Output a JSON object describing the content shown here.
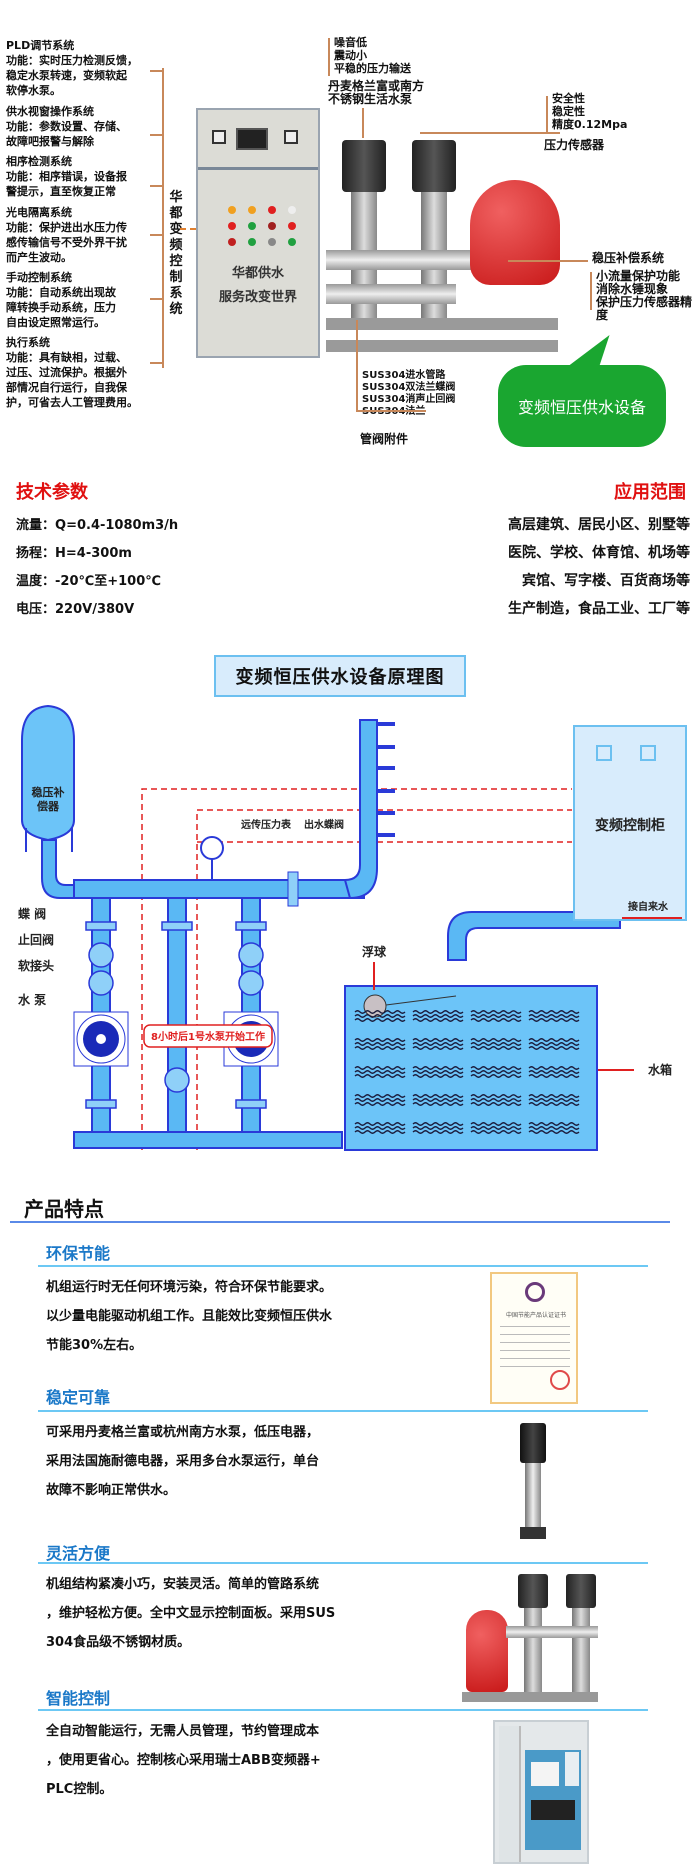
{
  "intro": {
    "systems": [
      {
        "title": "PLD调节系统",
        "lines": [
          "功能：实时压力检测反馈，",
          "稳定水泵转速，变频软起",
          "软停水泵。"
        ]
      },
      {
        "title": "供水视窗操作系统",
        "lines": [
          "功能：参数设置、存储、",
          "故障吧报警与解除"
        ]
      },
      {
        "title": "相序检测系统",
        "lines": [
          "功能：相序错误，设备报",
          "警提示，直至恢复正常"
        ]
      },
      {
        "title": "光电隔离系统",
        "lines": [
          "功能：保护进出水压力传",
          "感传输信号不受外界干扰",
          "而产生波动。"
        ]
      },
      {
        "title": "手动控制系统",
        "lines": [
          "功能：自动系统出现故",
          "障转换手动系统，压力",
          "自由设定照常运行。"
        ]
      },
      {
        "title": "执行系统",
        "lines": [
          "功能：具有缺相，过载、",
          "过压、过流保护。根据外",
          "部情况自行运行，自我保",
          "护，可省去人工管理费用。"
        ]
      }
    ],
    "cabinet_vertical_label": "华都变频控制系统",
    "cabinet_text_line1": "华都供水",
    "cabinet_text_line2": "服务改变世界",
    "pump_features": [
      "噪音低",
      "震动小",
      "平稳的压力输送"
    ],
    "pump_caption_line1": "丹麦格兰富或南方",
    "pump_caption_line2": "不锈钢生活水泵",
    "sensor_features": [
      "安全性",
      "稳定性",
      "精度0.12Mpa"
    ],
    "sensor_caption": "压力传感器",
    "tank_caption": "稳压补偿系统",
    "tank_features": [
      "小流量保护功能",
      "消除水锤现象",
      "保护压力传感器精度"
    ],
    "valve_items": [
      "SUS304进水管路",
      "SUS304双法兰蝶阀",
      "SUS304消声止回阀",
      "SUS304法兰"
    ],
    "valve_caption": "管阀附件",
    "bubble_text": "变频恒压供水设备"
  },
  "tech": {
    "title": "技术参数",
    "params": [
      {
        "label": "流量：",
        "value": "Q=0.4-1080m3/h"
      },
      {
        "label": "扬程：",
        "value": "H=4-300m"
      },
      {
        "label": "温度：",
        "value": "-20℃至+100℃"
      },
      {
        "label": "电压：",
        "value": "220V/380V"
      }
    ]
  },
  "application": {
    "title": "应用范围",
    "lines": [
      "高层建筑、居民小区、别墅等",
      "医院、学校、体育馆、机场等",
      "宾馆、写字楼、百货商场等",
      "生产制造，食品工业、工厂等"
    ]
  },
  "diagram": {
    "title": "变频恒压供水设备原理图",
    "labels": {
      "stabilizer": [
        "稳压补",
        "偿器"
      ],
      "pressure_gauge": "远传压力表",
      "outlet_valve": "出水蝶阀",
      "control_cabinet": "变频控制柜",
      "butterfly_valve": "蝶 阀",
      "check_valve": "止回阀",
      "soft_joint": "软接头",
      "pump": "水 泵",
      "pump_note": "8小时后1号水泵开始工作",
      "float_ball": "浮球",
      "tap_water": "接自来水",
      "water_tank": "水箱"
    },
    "colors": {
      "pipe": "#5ab8f4",
      "outline": "#2a3ad8",
      "signal": "#e02020",
      "tank": "#6cc4f8"
    }
  },
  "features": {
    "title": "产品特点",
    "items": [
      {
        "title": "环保节能",
        "lines": [
          "机组运行时无任何环境污染，符合环保节能要求。",
          "以少量电能驱动机组工作。且能效比变频恒压供水",
          "节能30%左右。"
        ]
      },
      {
        "title": "稳定可靠",
        "lines": [
          "可采用丹麦格兰富或杭州南方水泵，低压电器，",
          "采用法国施耐德电器，采用多台水泵运行，单台",
          "故障不影响正常供水。"
        ]
      },
      {
        "title": "灵活方便",
        "lines": [
          "机组结构紧凑小巧，安装灵活。简单的管路系统",
          "，维护轻松方便。全中文显示控制面板。采用SUS",
          "304食品级不锈钢材质。"
        ]
      },
      {
        "title": "智能控制",
        "lines": [
          "全自动智能运行，无需人员管理，节约管理成本",
          "，使用更省心。控制核心采用瑞士ABB变频器+",
          "PLC控制。"
        ]
      }
    ],
    "cert_text": "中国节能产品认证证书"
  }
}
